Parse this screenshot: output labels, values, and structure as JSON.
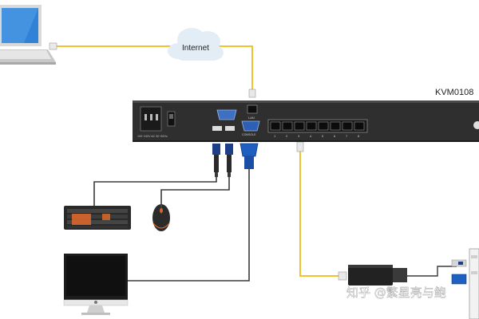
{
  "colors": {
    "network_cable": "#f2c12e",
    "device_cable": "#3a3a3a",
    "kvm_body": "#2f2f2f",
    "vga_blue": "#1f5fbf",
    "usb_blue": "#1d3f8a",
    "cloud": "#e3edf5",
    "laptop_screen": "#2f82d6"
  },
  "labels": {
    "internet": "Internet",
    "model": "KVM0108",
    "lan": "LAN",
    "console": "CONSOLE",
    "power_spec": "100~240V AC 50~60Hz",
    "watermark": "知乎 @繁星亮与鲍"
  },
  "port_numbers": [
    "1",
    "2",
    "3",
    "4",
    "5",
    "6",
    "7",
    "8"
  ],
  "icons": {
    "laptop": "laptop-icon",
    "cloud": "cloud-icon",
    "keyboard": "keyboard-icon",
    "mouse": "mouse-icon",
    "monitor": "monitor-icon",
    "adapter": "kvm-adapter-icon",
    "server": "server-icon"
  }
}
